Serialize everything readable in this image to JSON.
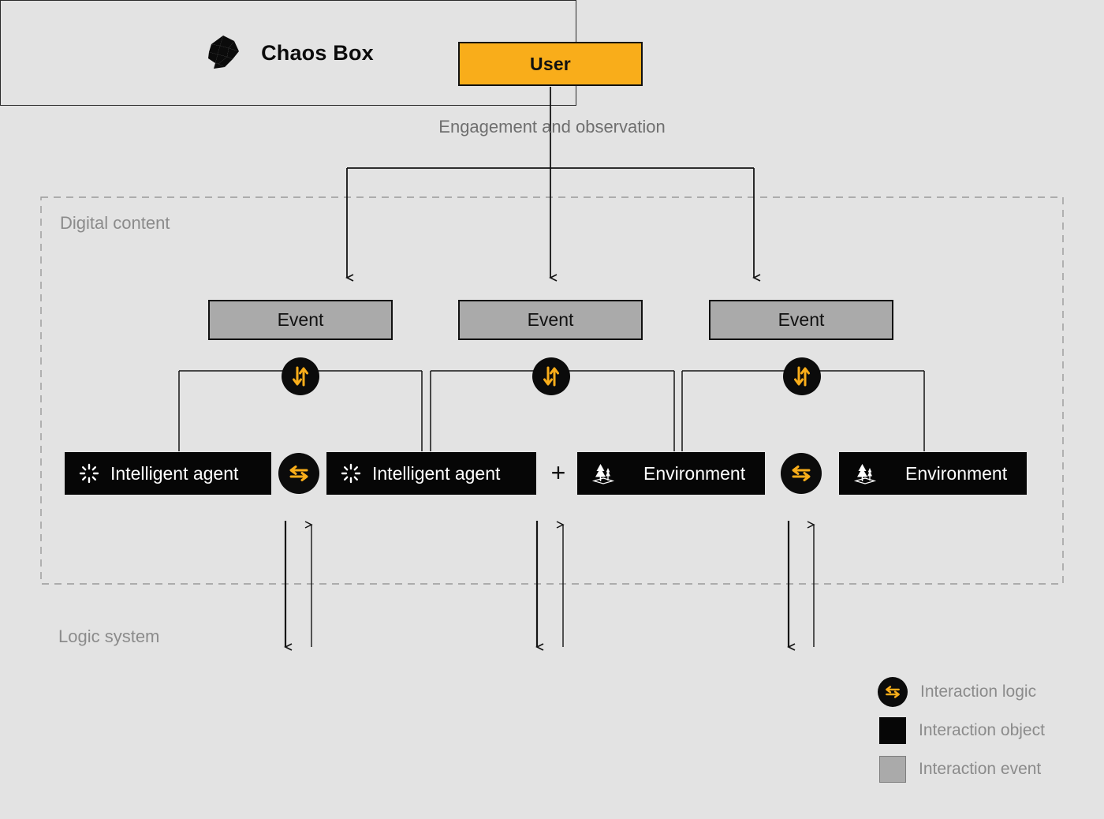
{
  "diagram": {
    "title_node": {
      "label": "User"
    },
    "edge_caption": "Engagement and observation",
    "regions": {
      "digital_content": "Digital content",
      "logic_system": "Logic system"
    },
    "events": [
      {
        "label": "Event"
      },
      {
        "label": "Event"
      },
      {
        "label": "Event"
      }
    ],
    "objects": [
      {
        "label": "Intelligent agent",
        "icon": "spark-icon"
      },
      {
        "label": "Intelligent agent",
        "icon": "spark-icon"
      },
      {
        "label": "Environment",
        "icon": "tree-icon"
      },
      {
        "label": "Environment",
        "icon": "tree-icon"
      }
    ],
    "operator": "+",
    "logic_badges": {
      "vertical_icon": "up-down-arrows-icon",
      "horizontal_icon": "left-right-arrows-icon",
      "count_vertical": 3,
      "count_horizontal": 2
    },
    "chaos": {
      "label": "Chaos Box",
      "icon": "polyhedron-icon"
    },
    "legend": [
      {
        "swatch": "circle-logic",
        "label": "Interaction logic"
      },
      {
        "swatch": "black-square",
        "label": "Interaction object"
      },
      {
        "swatch": "gray-square",
        "label": "Interaction event"
      }
    ],
    "colors": {
      "background": "#e3e3e3",
      "accent_orange": "#f9ad1a",
      "object_black": "#060606",
      "event_gray": "#aaaaaa",
      "label_gray": "#8b8b8b",
      "line_black": "#141414",
      "dashed_gray": "#9a9a9a"
    }
  }
}
